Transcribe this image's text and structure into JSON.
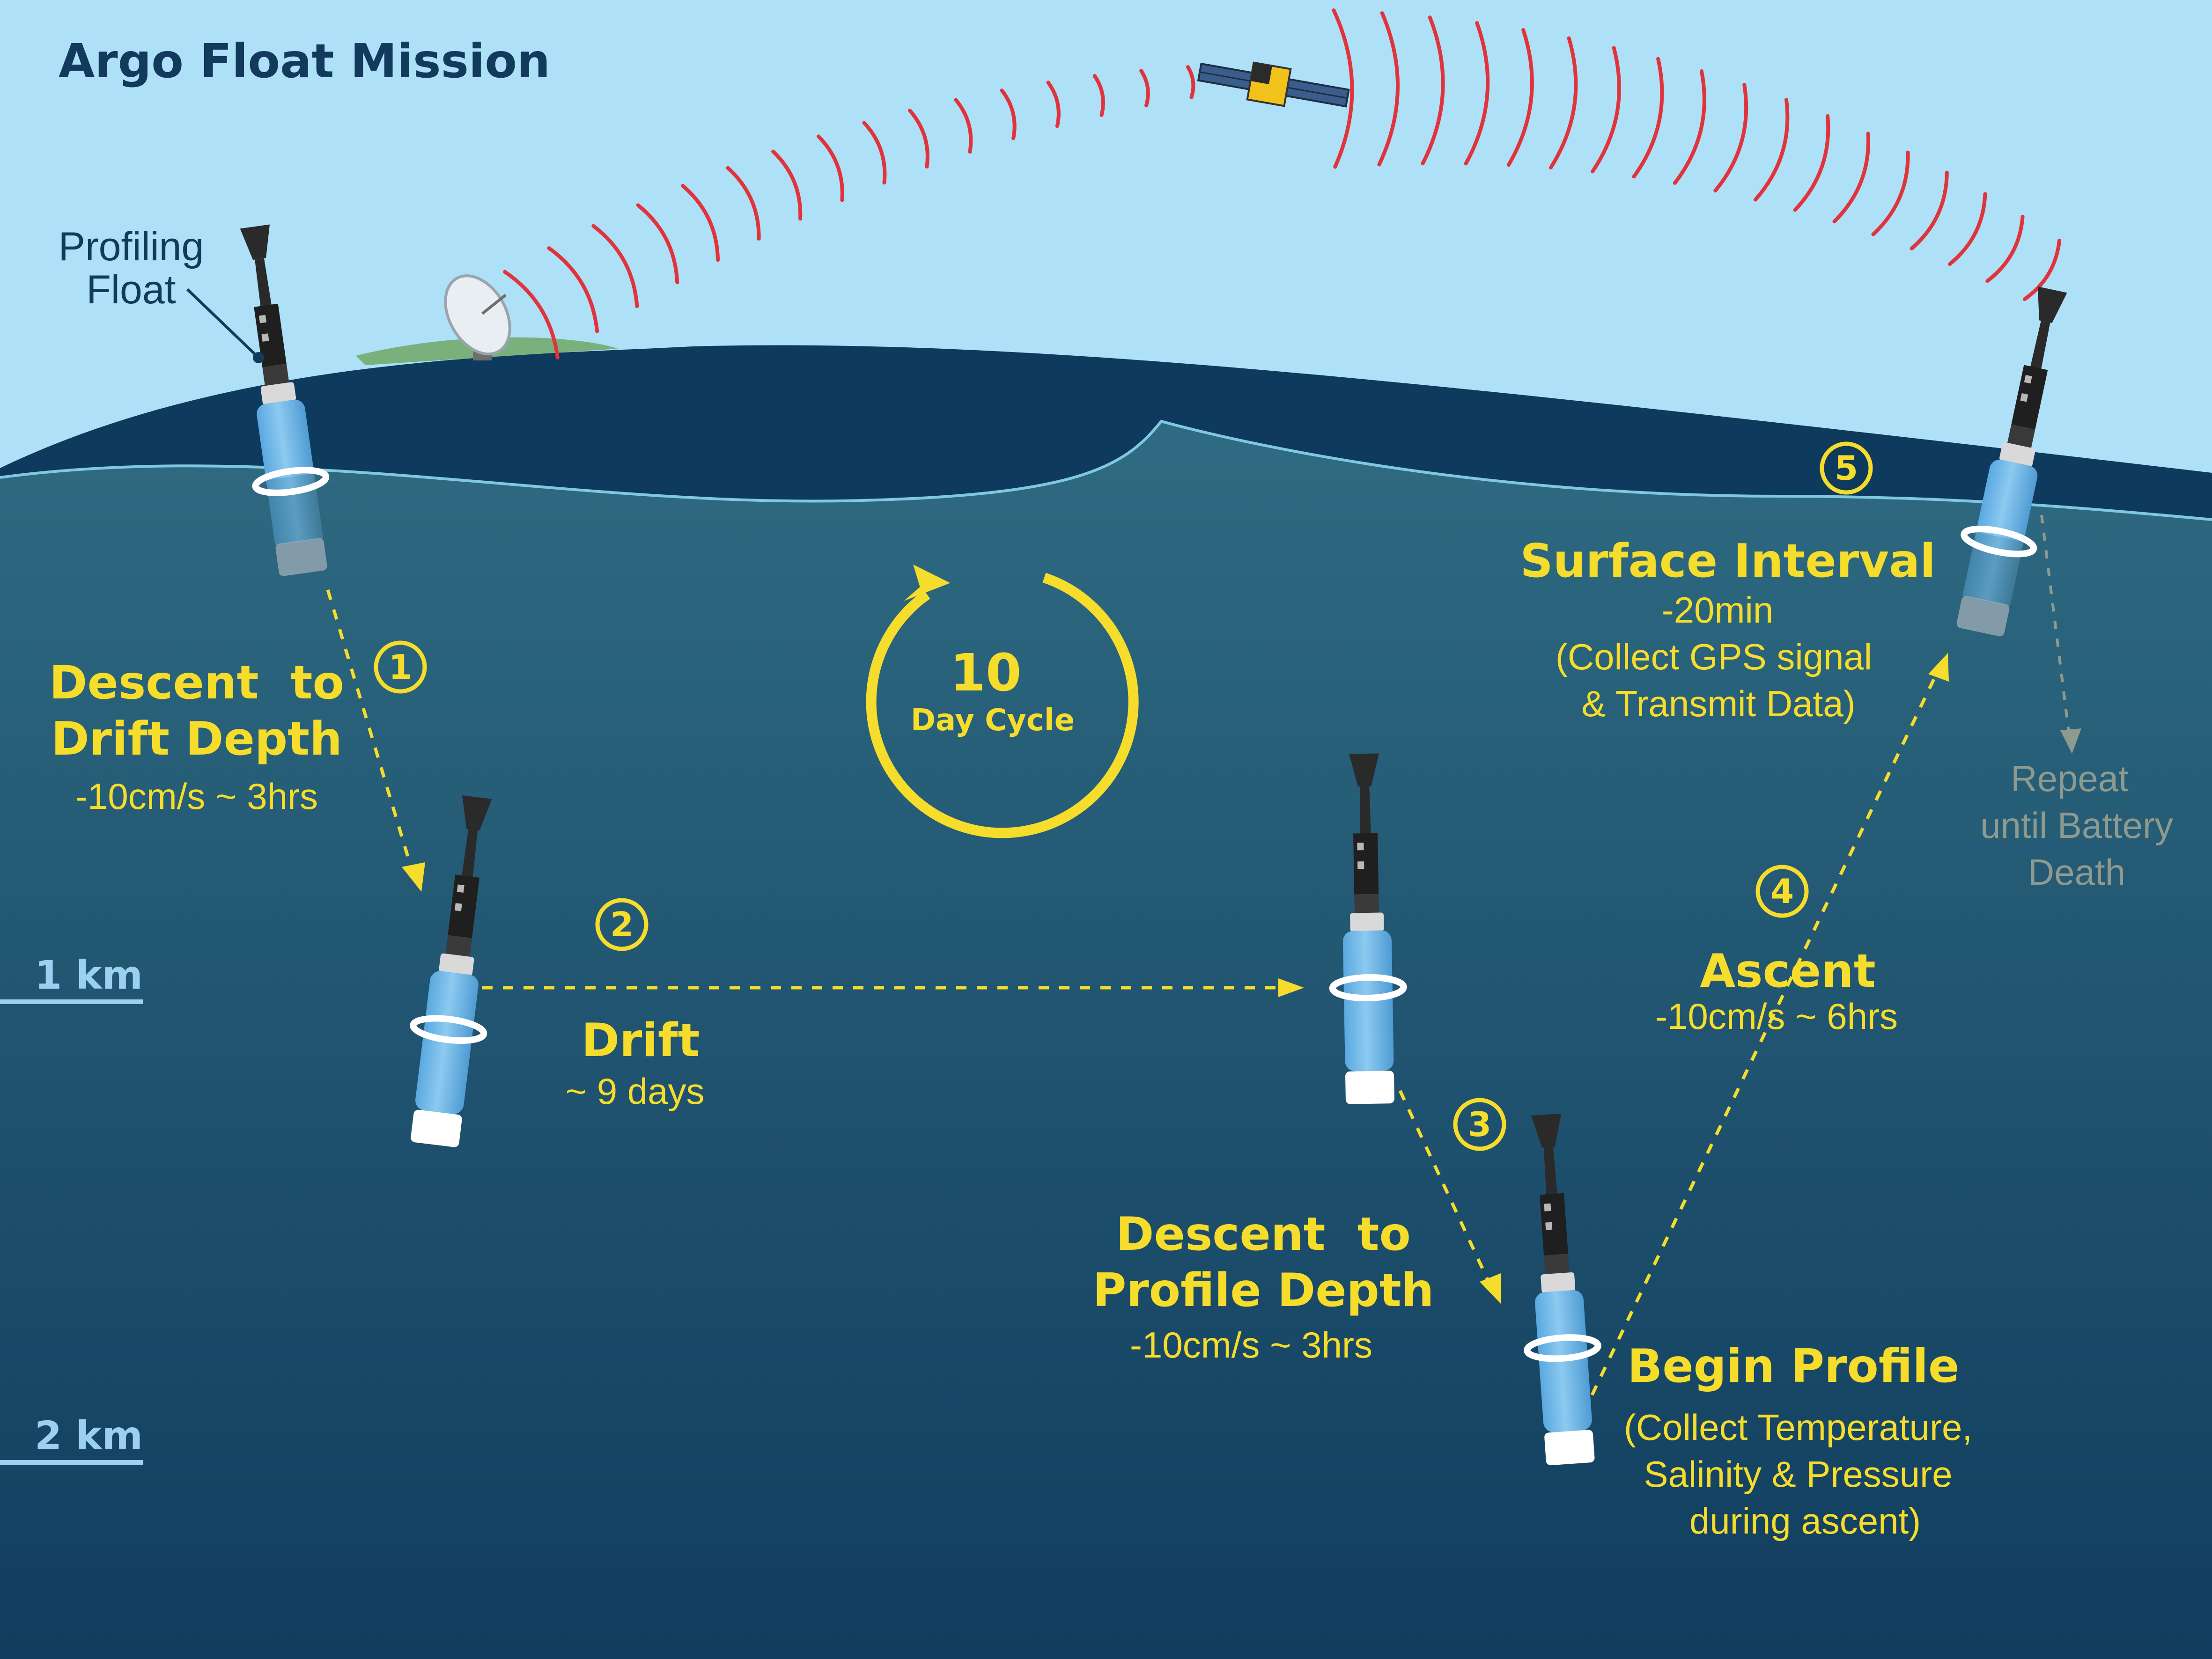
{
  "title": "Argo Float Mission",
  "float_label": {
    "line1": "Profiling",
    "line2": "Float"
  },
  "cycle": {
    "number": "10",
    "label": "Day Cycle"
  },
  "depth_markers": [
    {
      "label": "1 km"
    },
    {
      "label": "2 km"
    }
  ],
  "steps": [
    {
      "number": "1",
      "title_lines": [
        "Descent  to",
        "Drift Depth"
      ],
      "detail_lines": [
        "-10cm/s ~ 3hrs"
      ]
    },
    {
      "number": "2",
      "title_lines": [
        "Drift"
      ],
      "detail_lines": [
        "~ 9 days"
      ]
    },
    {
      "number": "3",
      "title_lines": [
        "Descent  to",
        "Profile Depth"
      ],
      "detail_lines": [
        "-10cm/s ~ 3hrs"
      ]
    },
    {
      "number": "4",
      "title_lines": [
        "Ascent"
      ],
      "detail_lines": [
        "-10cm/s ~ 6hrs"
      ]
    },
    {
      "number": "5",
      "title_lines": [
        "Surface Interval"
      ],
      "detail_lines": [
        "-20min",
        "(Collect GPS signal",
        "& Transmit Data)"
      ]
    }
  ],
  "begin_profile": {
    "title": "Begin Profile",
    "detail_lines": [
      "(Collect Temperature,",
      "Salinity & Pressure",
      "during ascent)"
    ]
  },
  "repeat_note": {
    "lines": [
      "Repeat",
      "until Battery",
      "Death"
    ]
  },
  "colors": {
    "sky": "#aee0f7",
    "ocean_surface": "#2d6780",
    "ocean_deep": "#123e5e",
    "wave_back": "#0e3a5e",
    "accent_yellow": "#f6dc2b",
    "float_blue": "#7cc0ec",
    "signal_red": "#e0343c",
    "title_navy": "#123a5c"
  },
  "icons": [
    "satellite-icon",
    "ground-antenna-icon",
    "profiling-float-icon",
    "cycle-arrow-icon"
  ]
}
